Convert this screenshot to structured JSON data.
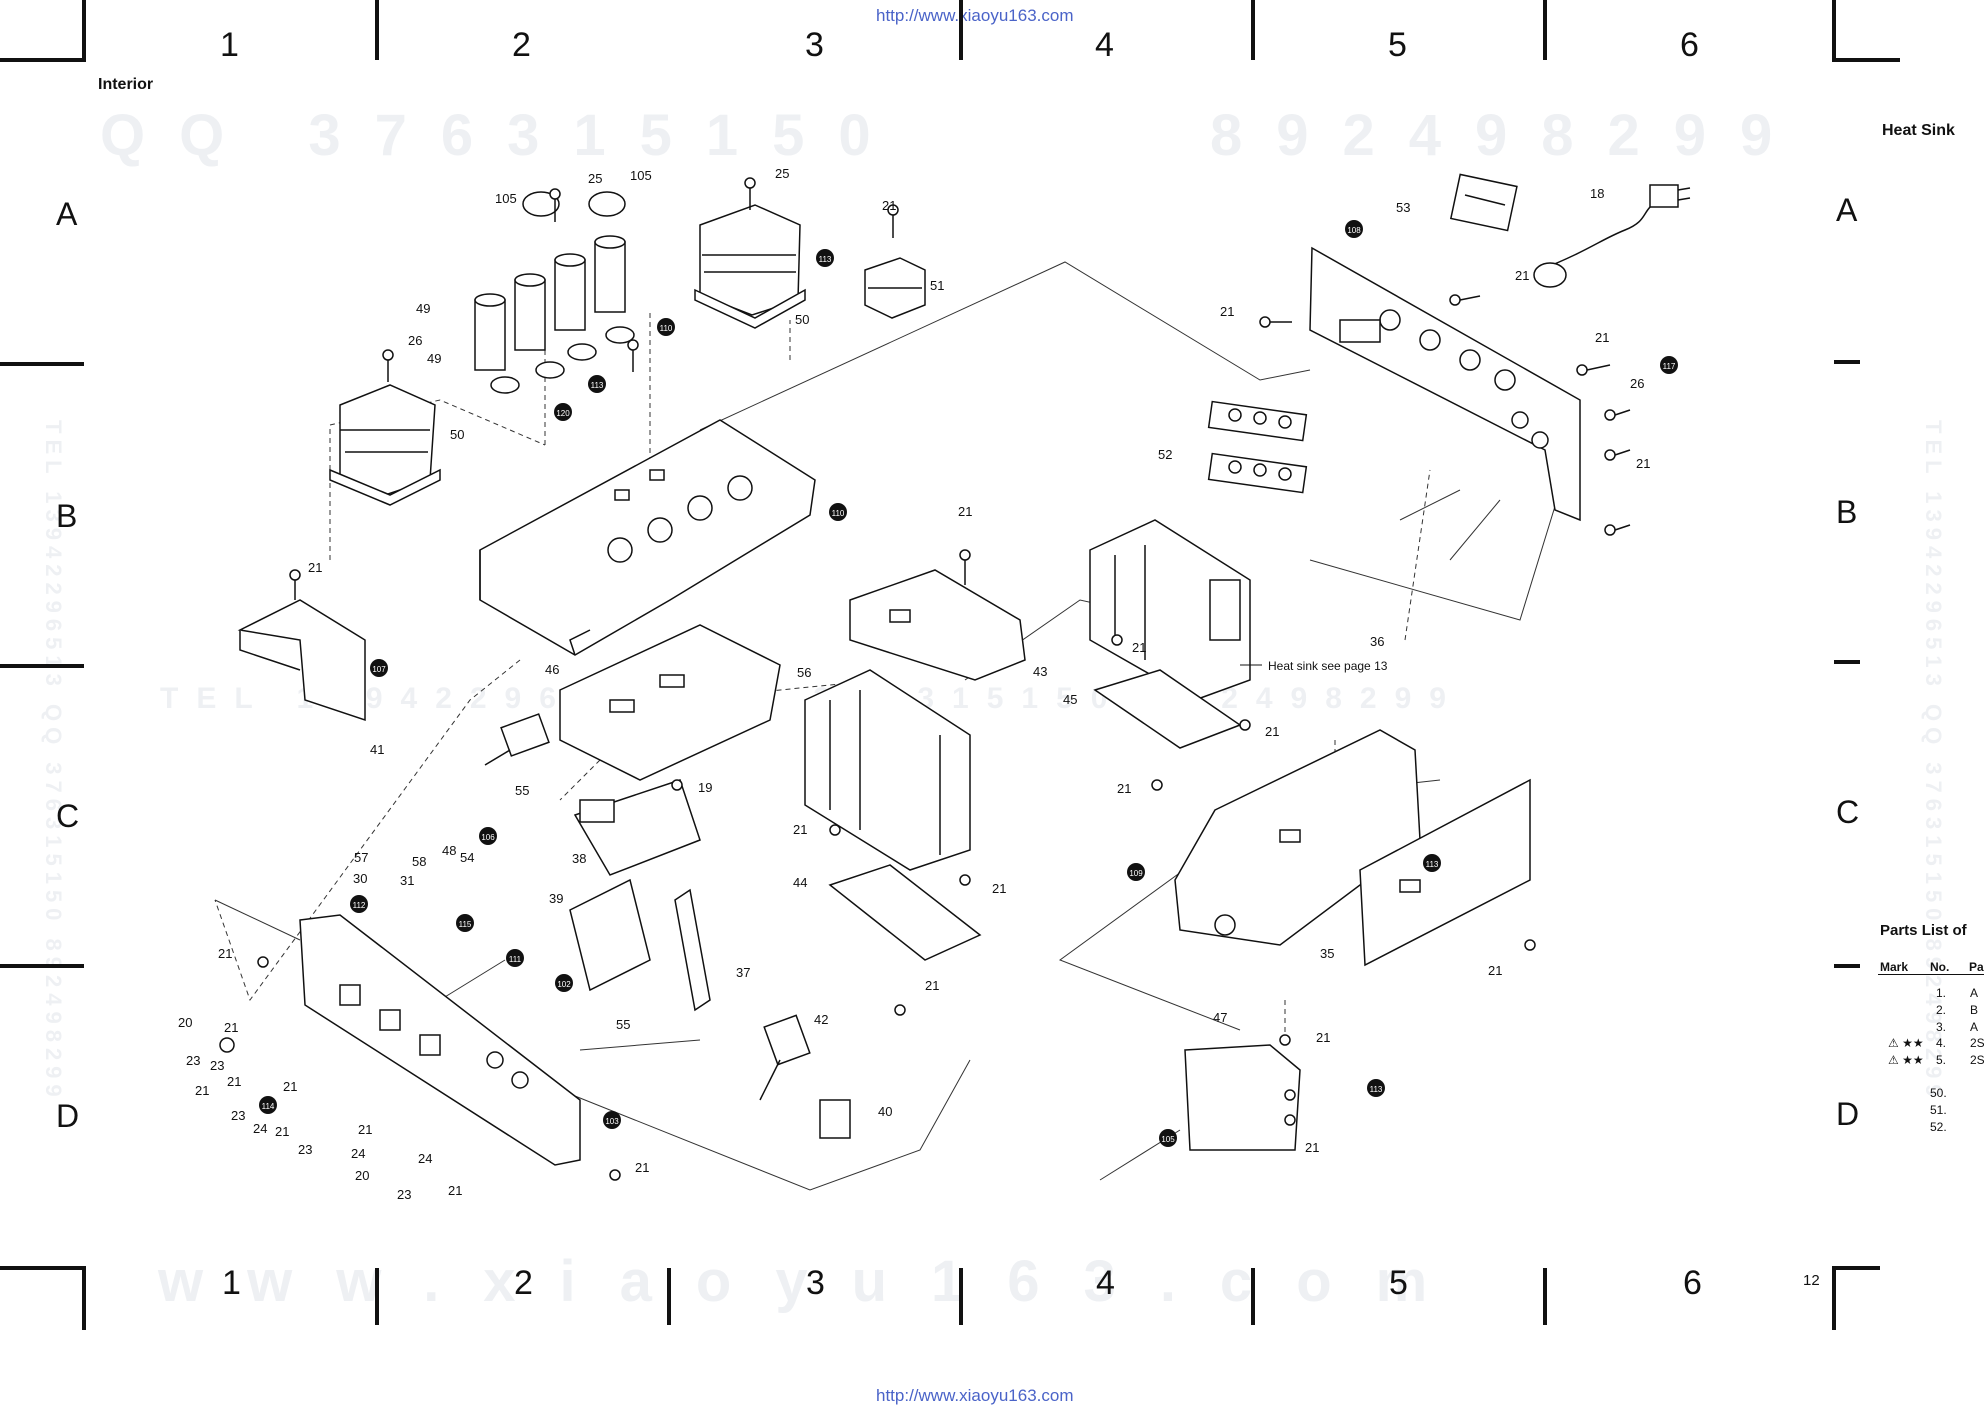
{
  "header": {
    "url_top": "http://www.xiaoyu163.com",
    "url_bottom": "http://www.xiaoyu163.com",
    "section_title": "Interior",
    "right_title": "Heat Sink",
    "page_number": "12"
  },
  "grid": {
    "columns": [
      "1",
      "2",
      "3",
      "4",
      "5",
      "6"
    ],
    "rows": [
      "A",
      "B",
      "C",
      "D"
    ]
  },
  "watermarks": {
    "top_left": "QQ 376315150",
    "top_right": "892498299",
    "middle": "TEL 13942296513   QQ 376315150   892498299",
    "bottom": "www.xiaoyu163.com",
    "side_left": "TEL 13942296513  QQ 376315150  892498299",
    "side_right": "TEL 13942296513  QQ 376315150  892498299"
  },
  "diagram": {
    "note_heat_sink": "Heat sink see page 13",
    "parts": {
      "p18": "18",
      "p19": "19",
      "p20": "20",
      "p21": "21",
      "p23": "23",
      "p24": "24",
      "p25": "25",
      "p26": "26",
      "p30": "30",
      "p31": "31",
      "p35": "35",
      "p36": "36",
      "p37": "37",
      "p38": "38",
      "p39": "39",
      "p40": "40",
      "p41": "41",
      "p42": "42",
      "p43": "43",
      "p44": "44",
      "p45": "45",
      "p46": "46",
      "p47": "47",
      "p48": "48",
      "p49": "49",
      "p50": "50",
      "p51": "51",
      "p52": "52",
      "p53": "53",
      "p54": "54",
      "p55": "55",
      "p56": "56",
      "p57": "57",
      "p58": "58",
      "p105": "105"
    },
    "circled": {
      "c102": "102",
      "c103": "103",
      "c105": "105",
      "c106": "106",
      "c107": "107",
      "c108": "108",
      "c109": "109",
      "c110": "110",
      "c111": "111",
      "c112": "112",
      "c113": "113",
      "c114": "114",
      "c115": "115",
      "c117": "117",
      "c120": "120"
    }
  },
  "parts_list": {
    "title": "Parts List of",
    "col_mark": "Mark",
    "col_no": "No.",
    "col_part": "Pa",
    "rows": [
      {
        "mark": "",
        "no": "1.",
        "part": "A"
      },
      {
        "mark": "",
        "no": "2.",
        "part": "B"
      },
      {
        "mark": "",
        "no": "3.",
        "part": "A"
      },
      {
        "mark": "⚠ ★★",
        "no": "4.",
        "part": "2S"
      },
      {
        "mark": "⚠ ★★",
        "no": "5.",
        "part": "2S"
      },
      {
        "mark": "",
        "no": "50.",
        "part": ""
      },
      {
        "mark": "",
        "no": "51.",
        "part": ""
      },
      {
        "mark": "",
        "no": "52.",
        "part": ""
      }
    ]
  },
  "colors": {
    "line": "#111111",
    "url": "#4a63c8",
    "watermark": "#eef0f3"
  }
}
